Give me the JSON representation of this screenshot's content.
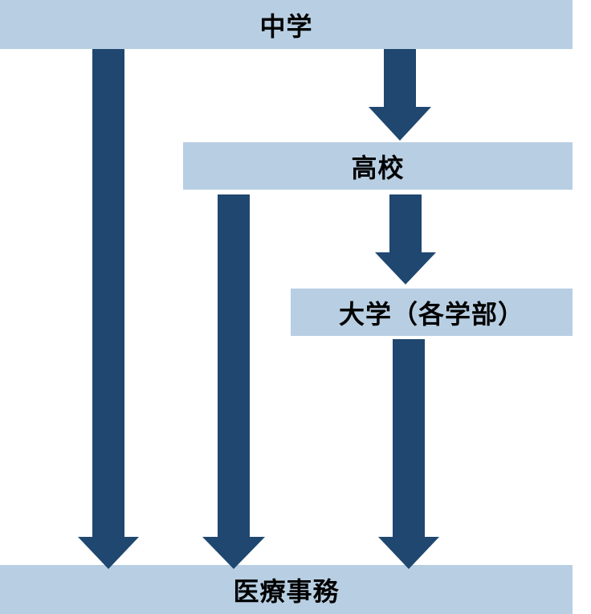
{
  "diagram": {
    "title": "education path to medical office work",
    "colors": {
      "box_fill": "#b8cfe3",
      "arrow_fill": "#1f4770",
      "text": "#000000"
    },
    "nodes": {
      "junior_high": "中学",
      "high_school": "高校",
      "university": "大学（各学部）",
      "medical_office": "医療事務"
    },
    "edges": [
      {
        "from": "junior_high",
        "to": "high_school"
      },
      {
        "from": "junior_high",
        "to": "medical_office"
      },
      {
        "from": "high_school",
        "to": "university"
      },
      {
        "from": "high_school",
        "to": "medical_office"
      },
      {
        "from": "university",
        "to": "medical_office"
      }
    ]
  }
}
